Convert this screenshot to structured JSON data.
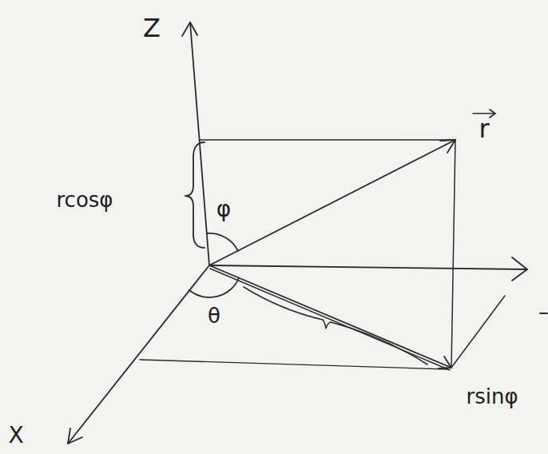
{
  "diagram": {
    "labels": [
      "Z",
      "r",
      "rcosφ",
      "φ",
      "θ",
      "rsinφ",
      "X"
    ]
  }
}
